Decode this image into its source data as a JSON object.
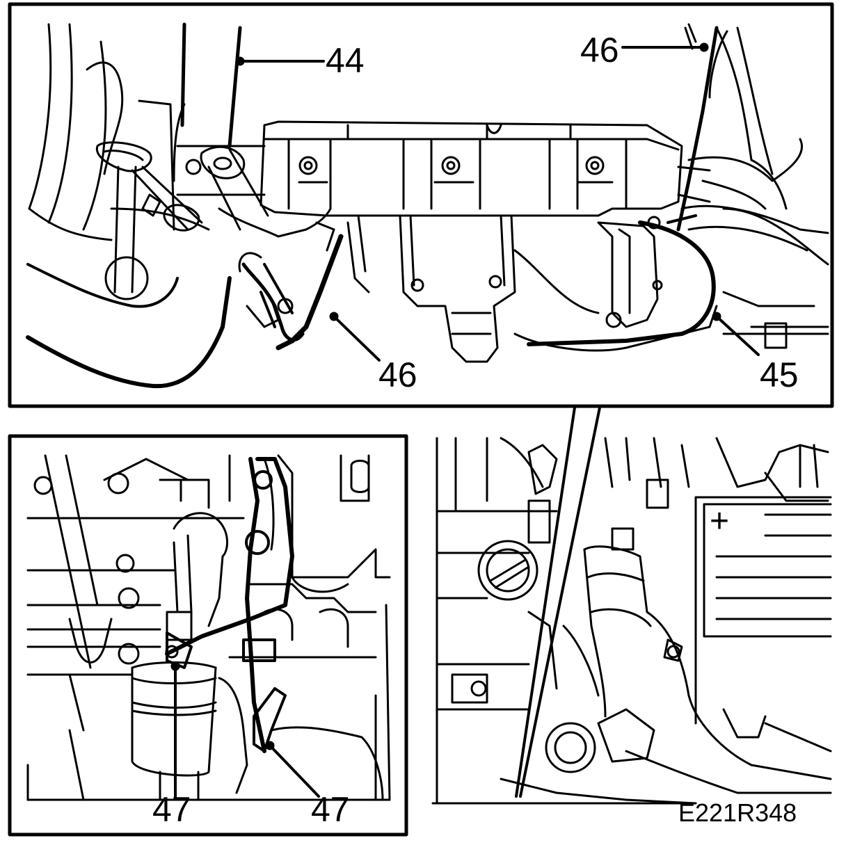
{
  "figure": {
    "reference_code": "E221R348",
    "panels": [
      {
        "id": "top-detail",
        "callouts": [
          "44",
          "46",
          "46",
          "45"
        ]
      },
      {
        "id": "bottom-left-detail",
        "callouts": [
          "47",
          "47"
        ]
      },
      {
        "id": "overview",
        "symbols": [
          "+"
        ]
      }
    ]
  },
  "colors": {
    "ink": "#000000",
    "paper": "#ffffff"
  }
}
